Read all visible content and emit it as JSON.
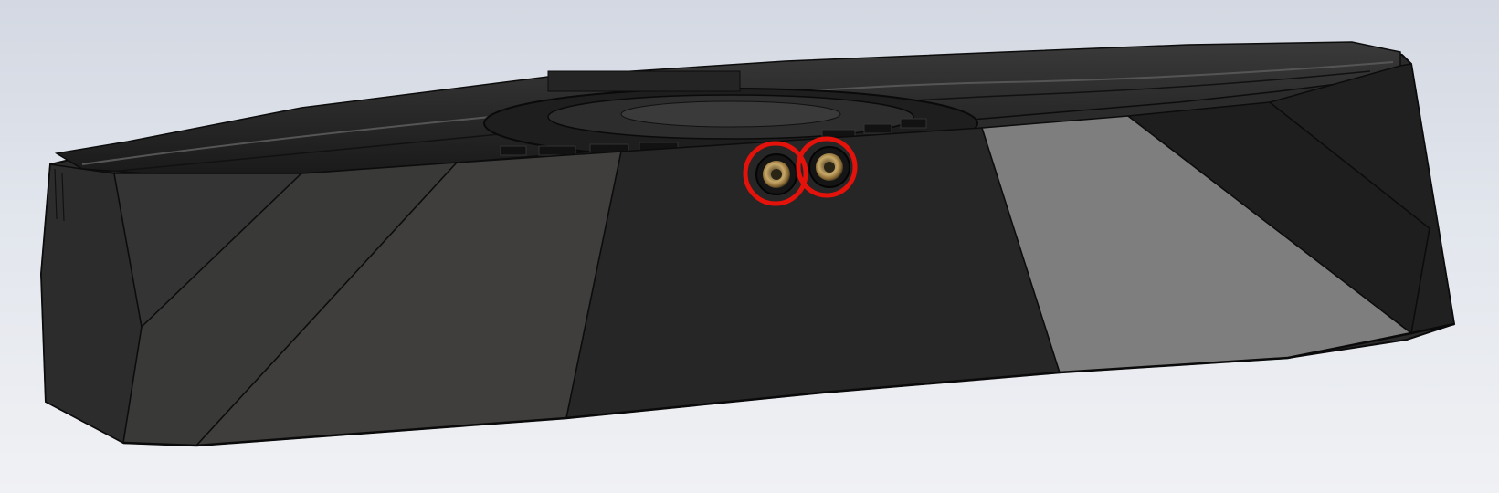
{
  "viewport": {
    "background_top": "#d3d8e2",
    "background_bottom": "#f0f1f4"
  },
  "model": {
    "body_color": "#2a2a2a",
    "edge_color": "#0c0c0c",
    "light_facet_color": "#7e7e7e",
    "mid_facet_color": "#3f3e3c"
  },
  "annotations": {
    "highlight_color": "#e3120b",
    "count": 2,
    "targets": [
      "connector-socket",
      "connector-socket"
    ]
  },
  "connector": {
    "pin_color": "#c8a96a"
  }
}
